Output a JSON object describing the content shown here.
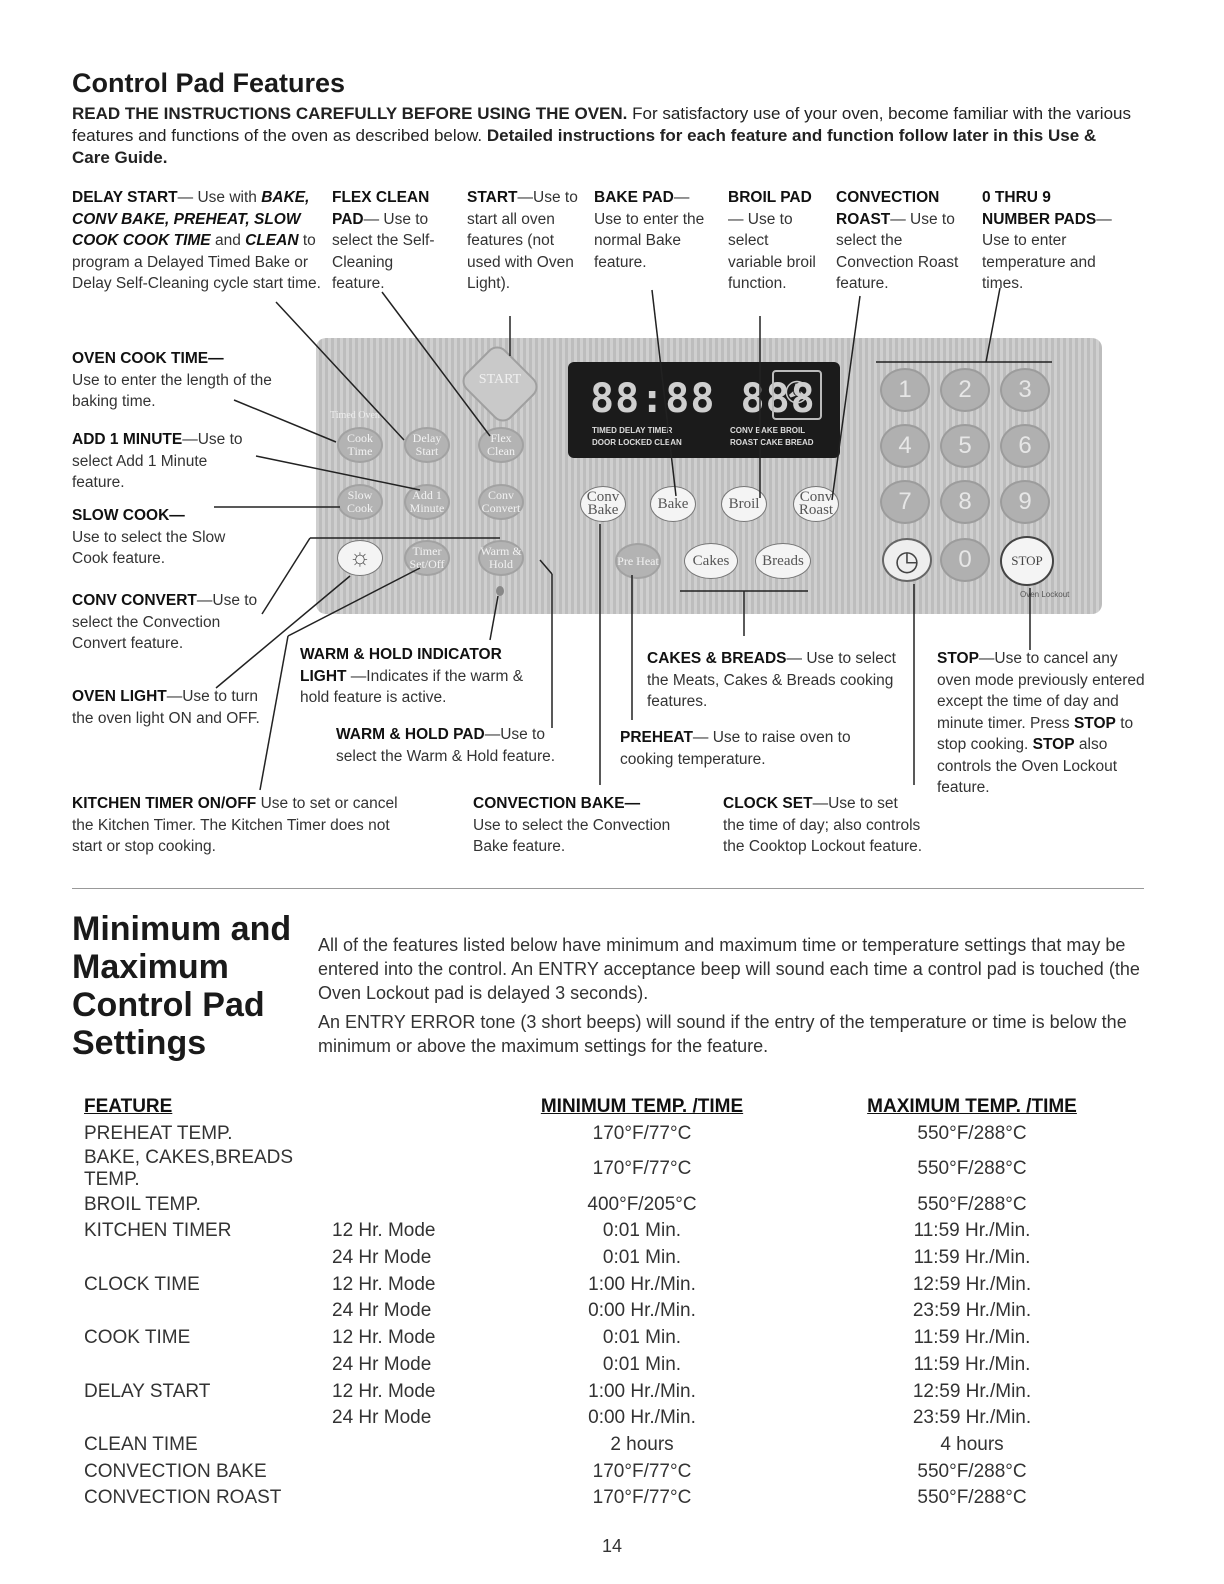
{
  "header": {
    "title": "Control Pad Features",
    "intro_bold": "READ THE INSTRUCTIONS CAREFULLY BEFORE USING THE OVEN.",
    "intro_text": " For satisfactory use of your oven, become familiar with the various features and functions of the oven as described below. ",
    "intro_bold2": "Detailed instructions for each feature and function follow later in this Use & Care Guide."
  },
  "labels": {
    "delay_start": {
      "title": "DELAY START",
      "sep": "— Use with ",
      "modes": "BAKE, CONV BAKE, PREHEAT, SLOW COOK",
      "cook_time": "COOK TIME",
      "and": " and ",
      "clean": "CLEAN",
      "rest": " to program a Delayed Timed Bake or Delay Self-Cleaning cycle start time."
    },
    "flex_clean": {
      "title": "FLEX CLEAN PAD",
      "text": "— Use to select the Self-Cleaning feature."
    },
    "start": {
      "title": "START",
      "text": "—Use to start all oven features (not used with Oven Light)."
    },
    "bake_pad": {
      "title": "BAKE PAD",
      "text": "— Use to enter the normal Bake feature."
    },
    "broil_pad": {
      "title": "BROIL PAD",
      "text": "— Use to select variable broil function."
    },
    "convection_roast": {
      "title": "CONVECTION ROAST",
      "text": "— Use to select the Convection Roast feature."
    },
    "number_pads": {
      "title": "0 THRU 9 NUMBER PADS",
      "text": "— Use to enter temperature and times."
    },
    "oven_cook_time": {
      "title": "OVEN COOK TIME—",
      "text": "Use to enter the length of the baking time."
    },
    "add_minute": {
      "title": "ADD 1 MINUTE",
      "text": "—Use to select Add 1 Minute feature."
    },
    "slow_cook": {
      "title": "SLOW COOK—",
      "text": "Use to select the Slow Cook feature."
    },
    "conv_convert": {
      "title": "CONV CONVERT",
      "text": "—Use to select the Convection Convert feature."
    },
    "oven_light": {
      "title": "OVEN LIGHT",
      "text": "—Use to turn the oven light ON and OFF."
    },
    "warm_hold_indicator": {
      "title": "WARM & HOLD INDICATOR LIGHT",
      "text": " —Indicates if the warm & hold feature is active."
    },
    "warm_hold_pad": {
      "title": "WARM & HOLD PAD",
      "text": "—Use to select the Warm & Hold feature."
    },
    "kitchen_timer": {
      "title": "KITCHEN TIMER ON/OFF",
      "text": " Use  to set or cancel the Kitchen Timer. The Kitchen Timer does not start or stop cooking."
    },
    "cakes_breads": {
      "title": "CAKES & BREADS",
      "text": "— Use to select the Meats, Cakes & Breads cooking features."
    },
    "preheat": {
      "title": "PREHEAT",
      "text": "— Use to raise oven to cooking temperature."
    },
    "convection_bake": {
      "title": "CONVECTION BAKE—",
      "text": "Use to select the Convection Bake feature."
    },
    "clock_set": {
      "title": "CLOCK SET",
      "text": "—Use to set the time of day; also controls the Cooktop Lockout feature."
    },
    "stop": {
      "title": "STOP",
      "text": "—Use to cancel any oven mode previously entered except the time of day and minute timer. Press ",
      "stop2": "STOP",
      "text2": " to stop cooking. ",
      "stop3": "STOP",
      "text3": " also controls the Oven Lockout feature."
    }
  },
  "panel": {
    "start": "START",
    "timed_oven": "Timed Oven",
    "pads": {
      "cook_time": "Cook Time",
      "delay_start": "Delay Start",
      "flex_clean": "Flex Clean",
      "slow_cook": "Slow Cook",
      "add_minute": "Add 1 Minute",
      "conv_convert": "Conv Convert",
      "timer": "Timer Set/Off",
      "warm_hold": "Warm & Hold",
      "conv_bake": "Conv Bake",
      "bake": "Bake",
      "broil": "Broil",
      "conv_roast": "Conv Roast",
      "pre_heat": "Pre Heat",
      "cakes": "Cakes",
      "breads": "Breads",
      "stop": "STOP",
      "lockout": "Oven Lockout"
    },
    "numbers": [
      "1",
      "2",
      "3",
      "4",
      "5",
      "6",
      "7",
      "8",
      "9",
      "0"
    ],
    "display": {
      "digits": "88:88 888",
      "row1": "TIMED  DELAY  TIMER",
      "row2": "DOOR LOCKED  CLEAN",
      "row1b": "CONV  BAKE  BROIL",
      "row2b": "ROAST  CAKE  BREAD"
    }
  },
  "section2": {
    "title_lines": [
      "Minimum and",
      "Maximum",
      "Control Pad",
      "Settings"
    ],
    "para1": "All of the features listed below have minimum and maximum time or temperature settings that may be entered into the control. An ENTRY acceptance beep will sound each time a control pad is touched (the Oven Lockout  pad is delayed 3 seconds).",
    "para2": "An ENTRY ERROR tone (3 short beeps) will sound if the entry of the temperature or time is below the minimum or above the maximum settings for the feature."
  },
  "table": {
    "headers": [
      "FEATURE",
      "MINIMUM TEMP. /TIME",
      "MAXIMUM TEMP. /TIME"
    ],
    "rows": [
      [
        "PREHEAT TEMP.",
        "",
        "170°F/77°C",
        "550°F/288°C"
      ],
      [
        "BAKE, CAKES,BREADS TEMP.",
        "",
        "170°F/77°C",
        "550°F/288°C"
      ],
      [
        "BROIL TEMP.",
        "",
        "400°F/205°C",
        "550°F/288°C"
      ],
      [
        "KITCHEN TIMER",
        "12 Hr. Mode",
        "0:01 Min.",
        "11:59 Hr./Min."
      ],
      [
        "",
        "24 Hr Mode",
        "0:01 Min.",
        "11:59 Hr./Min."
      ],
      [
        "CLOCK TIME",
        "12 Hr. Mode",
        "1:00 Hr./Min.",
        "12:59 Hr./Min."
      ],
      [
        "",
        "24 Hr Mode",
        "0:00 Hr./Min.",
        "23:59 Hr./Min."
      ],
      [
        "COOK TIME",
        "12 Hr. Mode",
        "0:01 Min.",
        "11:59 Hr./Min."
      ],
      [
        "",
        "24 Hr Mode",
        "0:01 Min.",
        "11:59 Hr./Min."
      ],
      [
        "DELAY START",
        "12 Hr. Mode",
        "1:00 Hr./Min.",
        "12:59 Hr./Min."
      ],
      [
        "",
        "24 Hr Mode",
        "0:00 Hr./Min.",
        "23:59 Hr./Min."
      ],
      [
        "CLEAN TIME",
        "",
        "2 hours",
        "4 hours"
      ],
      [
        "CONVECTION BAKE",
        "",
        "170°F/77°C",
        "550°F/288°C"
      ],
      [
        "CONVECTION ROAST",
        "",
        "170°F/77°C",
        "550°F/288°C"
      ]
    ]
  },
  "page_number": "14"
}
